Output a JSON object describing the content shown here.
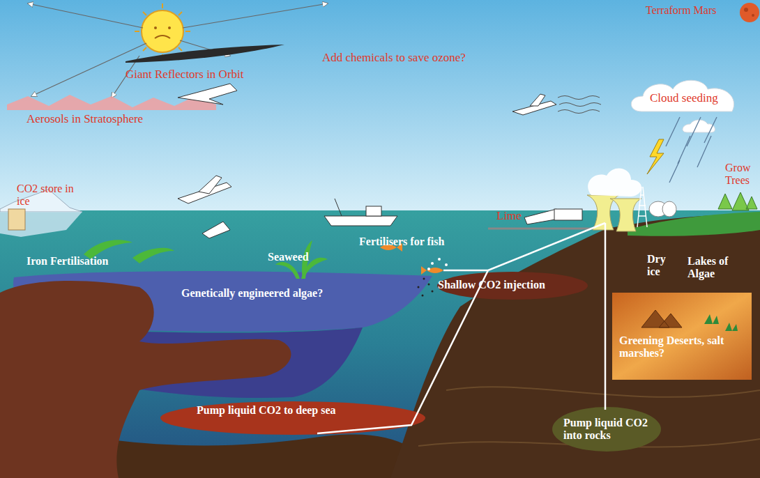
{
  "diagram": {
    "labels": [
      "Terraform Mars",
      "Add chemicals to save ozone?",
      "Giant Reflectors in Orbit",
      "Aerosols in Stratosphere",
      "Cloud seeding",
      "Grow Trees",
      "CO2 store in ice",
      "Lime",
      "Dry ice",
      "Lakes of Algae",
      "Iron Fertilisation",
      "Seaweed",
      "Fertilisers for fish",
      "Shallow CO2 injection",
      "Genetically engineered algae?",
      "Greening Deserts, salt marshes?",
      "Pump liquid CO2 to deep sea",
      "Pump liquid CO2 into rocks"
    ]
  }
}
